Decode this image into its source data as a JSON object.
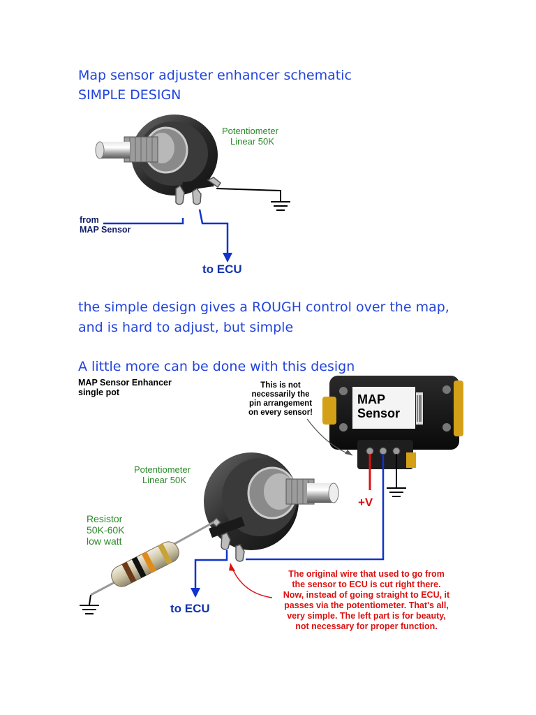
{
  "top": {
    "title_line1": "Map sensor adjuster enhancer schematic",
    "title_line2": "SIMPLE DESIGN",
    "pot_label": "Potentiometer",
    "pot_value": "Linear 50K",
    "from_line1": "from",
    "from_line2": "MAP Sensor",
    "to_ecu": "to ECU"
  },
  "middle": {
    "desc_line1": "the simple design gives a ROUGH control over the map,",
    "desc_line2": "and is hard to adjust, but simple",
    "more_line": "A little more can be done with this design"
  },
  "bottom": {
    "caption_line1": "MAP Sensor Enhancer",
    "caption_line2": "single pot",
    "pin_note": [
      "This is not",
      "necessarily the",
      "pin arrangement",
      "on every sensor!"
    ],
    "sensor_line1": "MAP",
    "sensor_line2": "Sensor",
    "plus_v": "+V",
    "pot_label": "Potentiometer",
    "pot_value": "Linear 50K",
    "resistor_lines": [
      "Resistor",
      "50K-60K",
      "low watt"
    ],
    "to_ecu": "to ECU",
    "note_lines": [
      "The original wire that used to go from",
      "the sensor to ECU is cut right there.",
      "Now, instead of going straight to ECU, it",
      "passes via the potentiometer. That's all,",
      "very simple. The left part is for beauty,",
      "not necessary for proper function."
    ]
  },
  "colors": {
    "title_blue": "#2244dd",
    "label_green": "#2a8a2a",
    "wire_blue": "#1133cc",
    "wire_red": "#dd1111",
    "note_red": "#dd1111"
  }
}
